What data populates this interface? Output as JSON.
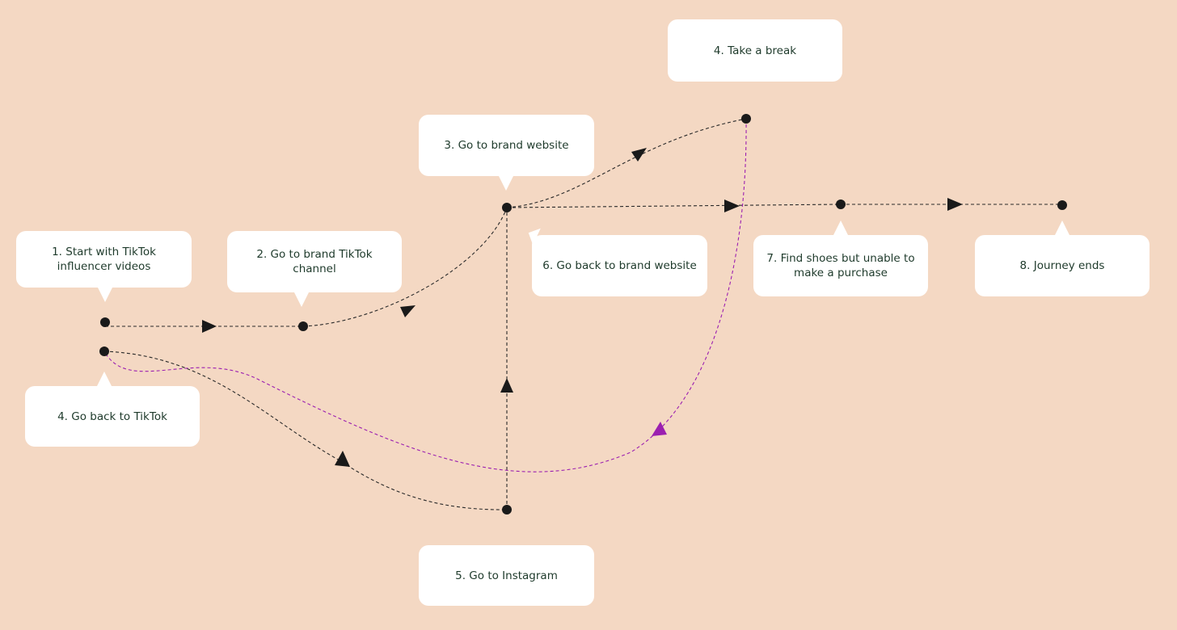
{
  "steps": {
    "s1": "1. Start with TikTok influencer videos",
    "s2": "2. Go to brand TikTok channel",
    "s3": "3. Go to brand website",
    "s4a": "4. Take a break",
    "s4b": "4. Go back to TikTok",
    "s5": "5. Go to Instagram",
    "s6": "6. Go back to brand website",
    "s7": "7. Find shoes but unable to make a purchase",
    "s8": "8. Journey ends"
  },
  "colors": {
    "background": "#f4d8c3",
    "bubble": "#ffffff",
    "text": "#1e3a2b",
    "connector": "#2a2a2a",
    "highlight_path": "#9b1fb0"
  }
}
